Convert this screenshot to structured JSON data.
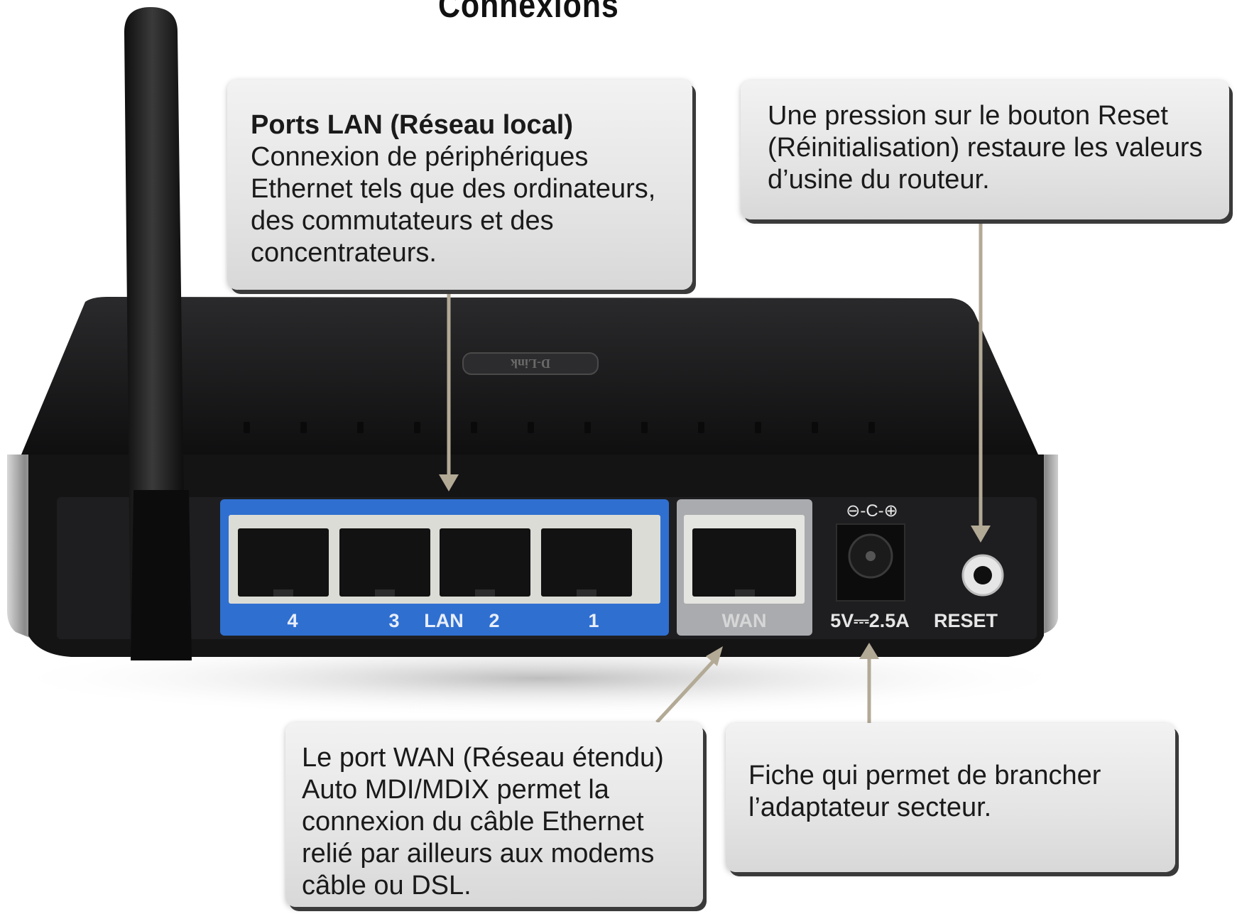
{
  "title": "Connexions",
  "callouts": {
    "lan": {
      "heading": "Ports LAN (Réseau local)",
      "text": "Connexion de périphériques Ethernet tels que des ordinateurs, des commutateurs et des concentrateurs."
    },
    "reset": {
      "text": "Une pression sur le bouton Reset (Réinitialisation) restaure les valeurs d’usine du routeur."
    },
    "wan": {
      "text": "Le port WAN (Réseau étendu) Auto MDI/MDIX permet la connexion du câble Ethernet relié par ailleurs aux modems câble ou DSL."
    },
    "power": {
      "text": "Fiche qui permet de brancher l’adaptateur secteur."
    }
  },
  "router": {
    "logo": "D-Link",
    "lan_port_numbers": [
      "4",
      "3",
      "2",
      "1"
    ],
    "lan_group_label": "LAN",
    "wan_label": "WAN",
    "power_label": "5V⎓2.5A",
    "reset_label": "RESET",
    "polarity_symbol": "⊖-C-⊕"
  },
  "colors": {
    "lan_panel": "#2f6fd0",
    "wan_panel": "#a9abae",
    "router_body": "#1b1b1d",
    "callout_bg": "#e6e6e6",
    "leader_line": "#b3aa96"
  }
}
